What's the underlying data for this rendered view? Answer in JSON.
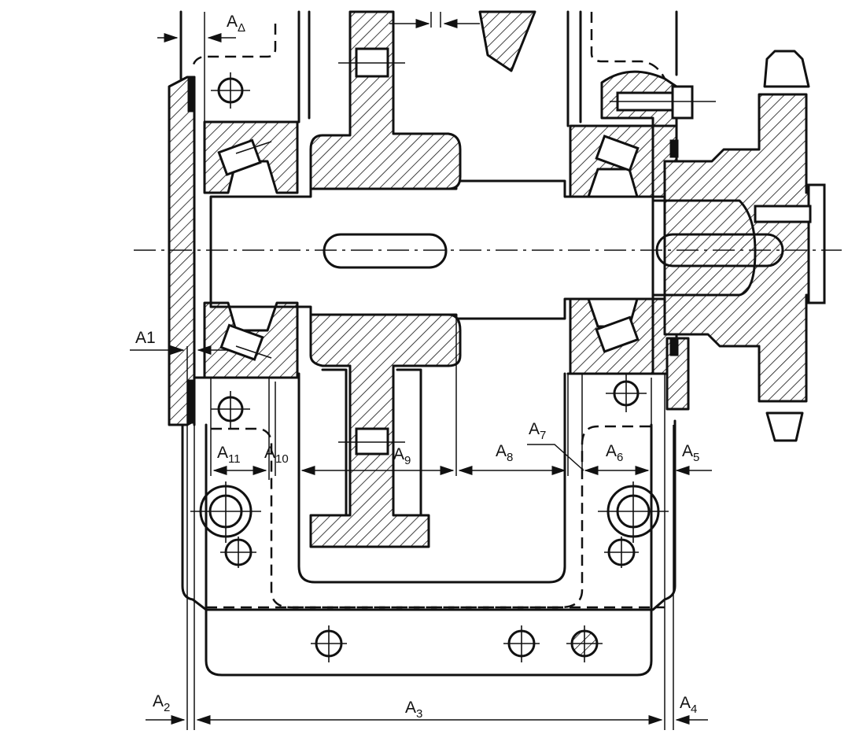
{
  "diagram": {
    "labels": [
      {
        "id": "a-delta",
        "main": "A",
        "sub": "Δ"
      },
      {
        "id": "a1",
        "main": "A1",
        "sub": ""
      },
      {
        "id": "a2",
        "main": "A",
        "sub": "2"
      },
      {
        "id": "a3",
        "main": "A",
        "sub": "3"
      },
      {
        "id": "a4",
        "main": "A",
        "sub": "4"
      },
      {
        "id": "a5",
        "main": "A",
        "sub": "5"
      },
      {
        "id": "a6",
        "main": "A",
        "sub": "6"
      },
      {
        "id": "a7",
        "main": "A",
        "sub": "7"
      },
      {
        "id": "a8",
        "main": "A",
        "sub": "8"
      },
      {
        "id": "a9",
        "main": "A",
        "sub": "9"
      },
      {
        "id": "a10",
        "main": "A",
        "sub": "10"
      },
      {
        "id": "a11",
        "main": "A",
        "sub": "11"
      }
    ]
  }
}
